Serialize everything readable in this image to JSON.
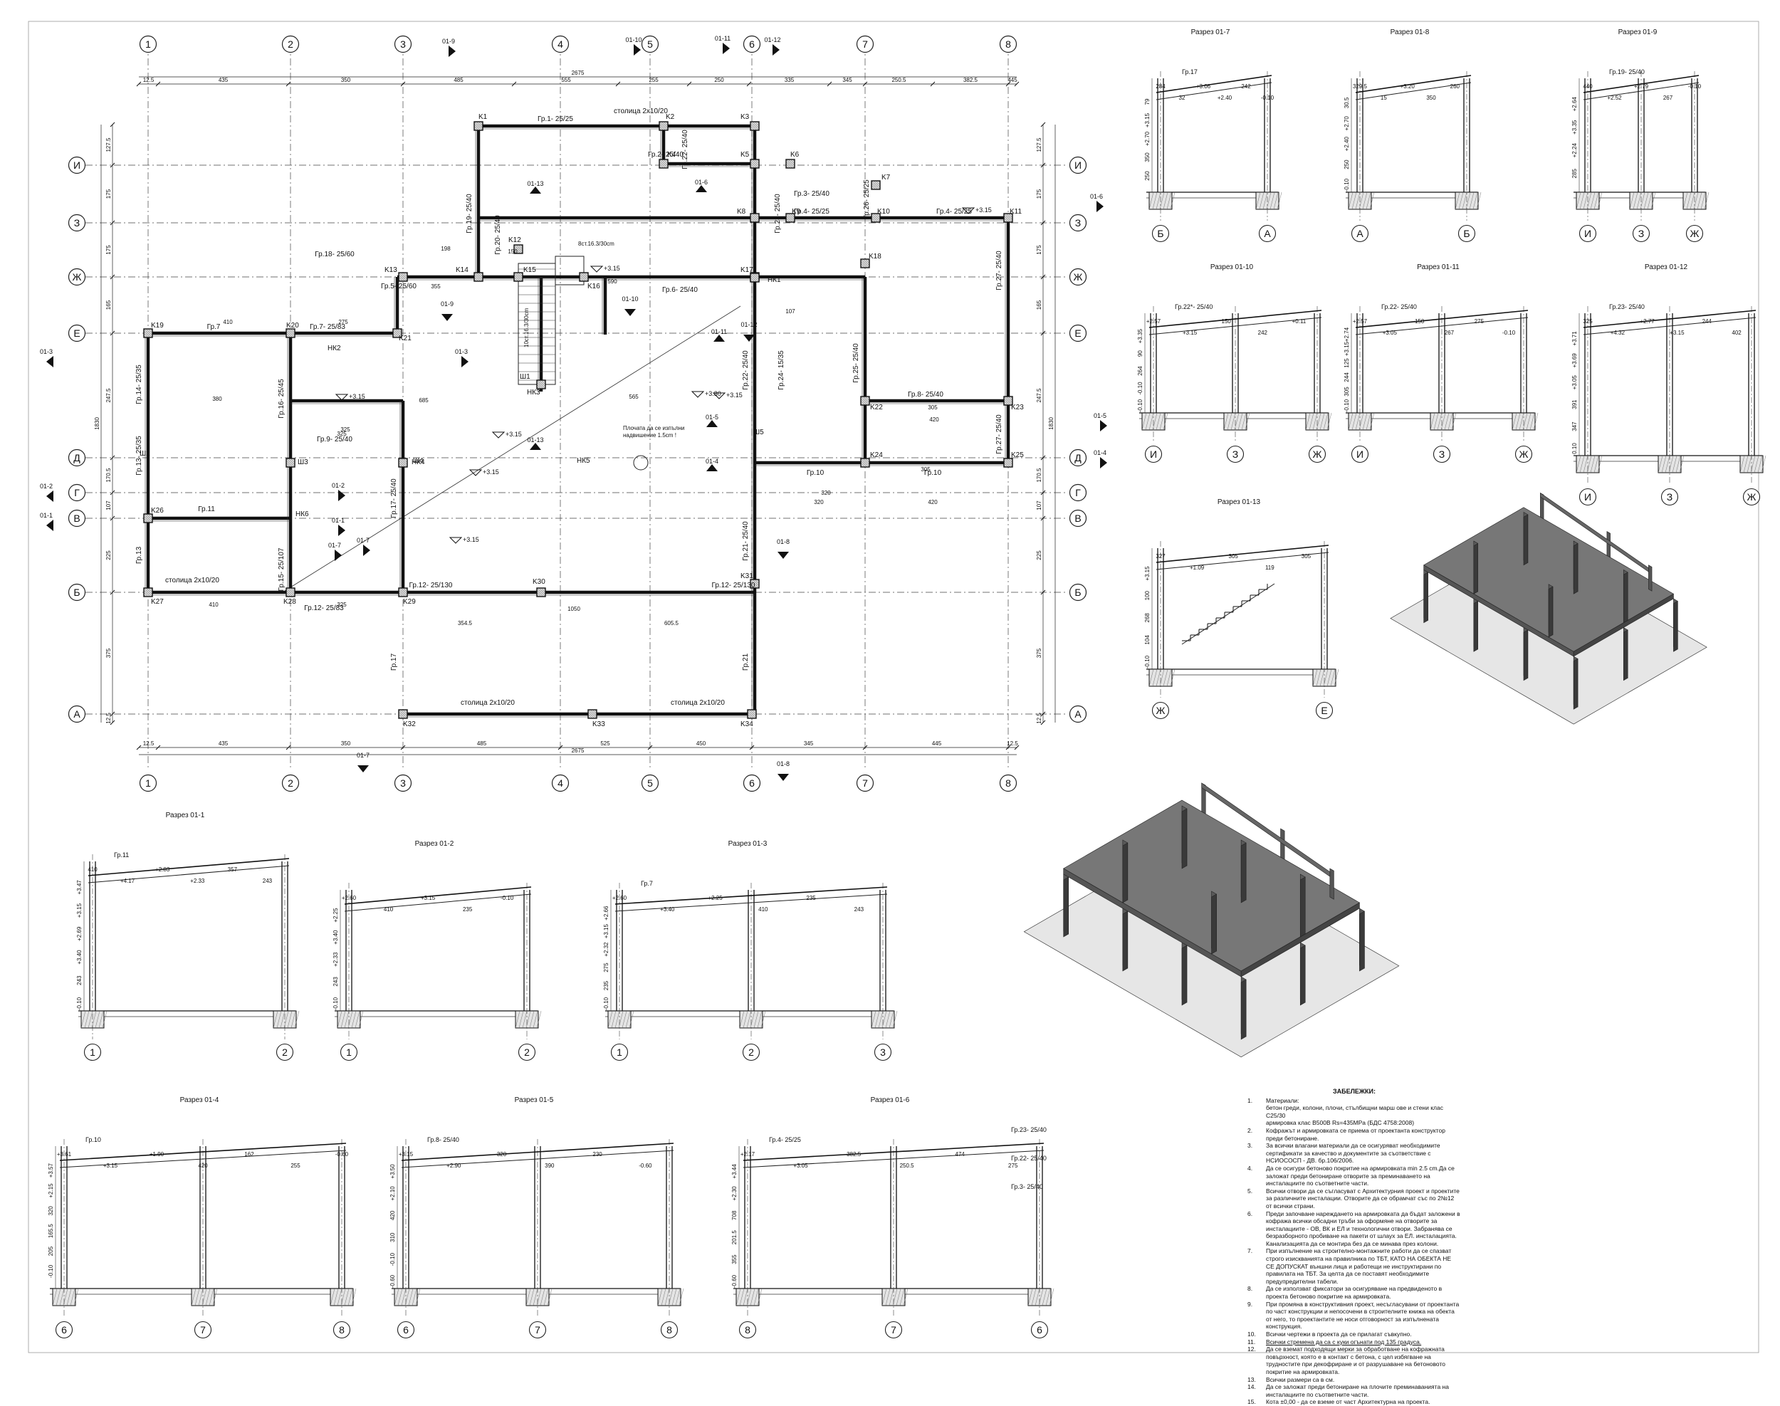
{
  "plan": {
    "axes_num": [
      {
        "label": "1"
      },
      {
        "label": "2"
      },
      {
        "label": "3"
      },
      {
        "label": "4"
      },
      {
        "label": "5"
      },
      {
        "label": "6"
      },
      {
        "label": "7"
      },
      {
        "label": "8"
      }
    ],
    "axes_let": [
      {
        "label": "И"
      },
      {
        "label": "З"
      },
      {
        "label": "Ж"
      },
      {
        "label": "Е"
      },
      {
        "label": "Д"
      },
      {
        "label": "Г"
      },
      {
        "label": "В"
      },
      {
        "label": "Б"
      },
      {
        "label": "А"
      }
    ],
    "dim_top_total": "2675",
    "dim_top": [
      "12.5",
      "435",
      "350",
      "485",
      "555",
      "255",
      "250",
      "335",
      "345",
      "250.5",
      "382.5",
      "445",
      "12.5"
    ],
    "dim_bottom_total": "2675",
    "dim_bottom": [
      "12.5",
      "435",
      "350",
      "485",
      "525",
      "450",
      "345",
      "445",
      "12.5"
    ],
    "dim_left_total": "1830",
    "dim_left": [
      "127.5",
      "175",
      "175",
      "165",
      "247.5",
      "170.5",
      "107",
      "225",
      "375",
      "12.5"
    ],
    "columns": [
      "K1",
      "K2",
      "K3",
      "K4",
      "K5",
      "K6",
      "K7",
      "K8",
      "K9",
      "K10",
      "K11",
      "K12",
      "K13",
      "K14",
      "K15",
      "K16",
      "K17",
      "K18",
      "K19",
      "K20",
      "K21",
      "K22",
      "K23",
      "K24",
      "K25",
      "K26",
      "K27",
      "K28",
      "K29",
      "K30",
      "K31",
      "K32",
      "K33",
      "K34",
      "НК1",
      "НК2",
      "НК3",
      "НК4",
      "НК5",
      "НК6",
      "Ш1",
      "Ш2",
      "Ш3",
      "Ш4",
      "Ш5"
    ],
    "beams": [
      "Гр.1- 25/25",
      "Гр.2- 25/40",
      "Гр.3- 25/40",
      "Гр.4- 25/25",
      "Гр.4- 25/25",
      "Гр.5- 25/60",
      "Гр.6- 25/40",
      "Гр.7",
      "Гр.7- 25/83",
      "Гр.8- 25/40",
      "Гр.9- 25/40",
      "Гр.10",
      "Гр.10",
      "Гр.11",
      "Гр.12- 25/130",
      "Гр.12- 25/130",
      "Гр.12- 25/83",
      "Гр.13- 25/35",
      "Гр.13",
      "Гр.14- 25/35",
      "Гр.15- 25/107",
      "Гр.16- 25/45",
      "Гр.17- 25/40",
      "Гр.17",
      "Гр.18- 25/60",
      "Гр.19- 25/40",
      "Гр.20- 25/40",
      "Гр.21- 25/40",
      "Гр.21",
      "Гр.22- 25/40",
      "Гр.23- 25/40",
      "Гр.24- 15/35",
      "Гр.25- 25/40",
      "Гр.26- 25/25",
      "Гр.27- 25/40",
      "Гр.27- 25/40",
      "Гр.22- 25/40"
    ],
    "lintels": [
      "столица 2x10/20",
      "столица 2x10/20",
      "столица 2x10/20",
      "столица 2x10/20"
    ],
    "section_marks": [
      "01-9",
      "01-10",
      "01-11",
      "01-12",
      "01-6",
      "01-3",
      "01-3",
      "01-2",
      "01-2",
      "01-1",
      "01-1",
      "01-5",
      "01-4",
      "01-5",
      "01-4",
      "01-7",
      "01-7",
      "01-8",
      "01-8",
      "01-13",
      "01-13",
      "01-9",
      "01-10",
      "01-11",
      "01-12",
      "01-6",
      "01-7"
    ],
    "levels": [
      "+3.15",
      "+3.15",
      "+3.15",
      "+3.15",
      "+3.15",
      "+3.30",
      "+3.15",
      "+3.15"
    ],
    "note_text": "Плочата да се изпълни с надвишение 1.5cm !",
    "stair_text": "8ст.16.3/30cm",
    "stair_text_2": "10ст.16.3/30cm",
    "inner_dims": [
      "410",
      "275",
      "380",
      "325",
      "1050",
      "354.5",
      "605.5",
      "565",
      "590",
      "420",
      "305",
      "320",
      "198",
      "355",
      "150",
      "685",
      "320",
      "420",
      "305",
      "107",
      "325",
      "410",
      "325"
    ]
  },
  "sections": [
    {
      "title": "Разрез 01-7",
      "axes": [
        "Б",
        "А"
      ],
      "beam": "Гр.17",
      "dims": [
        "284",
        "79",
        "32",
        "+3.15",
        "+3.06",
        "+2.70",
        "+2.40",
        "350",
        "242",
        "250",
        "-0.10"
      ]
    },
    {
      "title": "Разрез 01-8",
      "axes": [
        "А",
        "Б"
      ],
      "beam": "",
      "dims": [
        "329.5",
        "30.5",
        "15",
        "+2.70",
        "+3.20",
        "+2.40",
        "350",
        "250",
        "260",
        "-0.10"
      ]
    },
    {
      "title": "Разрез 01-9",
      "axes": [
        "И",
        "З",
        "Ж"
      ],
      "beam": "Гр.19- 25/40",
      "dims": [
        "440",
        "+2.64",
        "+2.52",
        "+3.35",
        "+2.79",
        "+2.24",
        "267",
        "285",
        "-0.10"
      ]
    },
    {
      "title": "Разрез 01-10",
      "axes": [
        "И",
        "З",
        "Ж"
      ],
      "beam": "Гр.22*- 25/40",
      "dims": [
        "+2.57",
        "+3.35",
        "+3.15",
        "90",
        "150",
        "264",
        "242",
        "-0.10",
        "+0.11",
        "-0.10"
      ]
    },
    {
      "title": "Разрез 01-11",
      "axes": [
        "И",
        "З",
        "Ж"
      ],
      "beam": "Гр.22- 25/40",
      "dims": [
        "+2.57",
        "+2.74",
        "+3.05",
        "+3.15",
        "150",
        "125",
        "267",
        "244",
        "275",
        "305",
        "-0.10",
        "-0.10"
      ]
    },
    {
      "title": "Разрез 01-12",
      "axes": [
        "И",
        "З",
        "Ж"
      ],
      "beam": "Гр.23- 25/40",
      "dims": [
        "325",
        "+3.71",
        "+4.32",
        "+3.69",
        "+2.77",
        "+3.05",
        "+3.15",
        "391",
        "244",
        "347",
        "402",
        "0.10"
      ]
    },
    {
      "title": "Разрез 01-13",
      "axes": [
        "Ж",
        "Е"
      ],
      "beam": "",
      "dims": [
        "327",
        "+3.15",
        "+1.09",
        "100",
        "305",
        "268",
        "119",
        "104",
        "305",
        "-0.10"
      ]
    },
    {
      "title": "Разрез 01-1",
      "axes": [
        "1",
        "2"
      ],
      "beam": "Гр.11",
      "dims": [
        "410",
        "+3.47",
        "+4.17",
        "+3.15",
        "+2.83",
        "+2.69",
        "+2.33",
        "+3.40",
        "357",
        "243",
        "243",
        "-0.10"
      ]
    },
    {
      "title": "Разрез 01-2",
      "axes": [
        "1",
        "2"
      ],
      "beam": "",
      "dims": [
        "+2.60",
        "+2.25",
        "410",
        "+3.40",
        "+3.15",
        "+2.33",
        "235",
        "243",
        "-0.10",
        "-0.10"
      ]
    },
    {
      "title": "Разрез 01-3",
      "axes": [
        "1",
        "2",
        "3"
      ],
      "beam": "Гр.7",
      "dims": [
        "+2.60",
        "+2.66",
        "+3.40",
        "+3.15",
        "+2.25",
        "+2.32",
        "410",
        "275",
        "235",
        "235",
        "243",
        "-0.10"
      ]
    },
    {
      "title": "Разрез 01-4",
      "axes": [
        "6",
        "7",
        "8"
      ],
      "beam": "Гр.10",
      "dims": [
        "+3.61",
        "+3.57",
        "+3.15",
        "+2.15",
        "+1.90",
        "320",
        "420",
        "165.5",
        "162",
        "205",
        "255",
        "-0.10",
        "-0.60"
      ]
    },
    {
      "title": "Разрез 01-5",
      "axes": [
        "6",
        "7",
        "8"
      ],
      "beam": "Гр.8- 25/40",
      "dims": [
        "+3.15",
        "+3.50",
        "+2.90",
        "+2.10",
        "320",
        "420",
        "390",
        "310",
        "230",
        "-0.10",
        "-0.60",
        "-0.60"
      ]
    },
    {
      "title": "Разрез 01-6",
      "axes": [
        "8",
        "7",
        "6"
      ],
      "beam": "Гр.4- 25/25",
      "dims": [
        "+2.17",
        "+3.44",
        "+3.05",
        "+2.30",
        "382.5",
        "708",
        "250.5",
        "201.5",
        "474",
        "355",
        "275",
        "-0.60"
      ],
      "beams_extra": [
        "Гр.23- 25/40",
        "Гр.22- 25/40",
        "Гр.3- 25/40"
      ]
    }
  ],
  "notes": {
    "title": "ЗАБЕЛЕЖКИ:",
    "items": [
      {
        "n": "1.",
        "text": "Материали:"
      },
      {
        "n": "",
        "text": "бетон греди, колони, плочи, стълбищни марш ове и стени клас C25/30"
      },
      {
        "n": "",
        "text": "армировка клас B500B Rs=435MPa (БДС 4758:2008)"
      },
      {
        "n": "2.",
        "text": "Кофражът и армировката се приема от проектанта конструктор преди бетониране."
      },
      {
        "n": "3.",
        "text": "За всички влагани материали да се осигуряват необходимите сертификати за качество и документите за съответствие с НСИОСОСП - ДВ. бр.106/2006."
      },
      {
        "n": "4.",
        "text": "Да се осигури бетоново покритие на армировката min 2.5 cm.Да се заложат преди бетониране отворите за преминаването на инсталациите по съответните части."
      },
      {
        "n": "5.",
        "text": "Всички отвори да се съгласуват с Архитектурния проект и проектите за различните инсталации. Отворите да се обрамчат със по 2№12 от всички страни."
      },
      {
        "n": "6.",
        "text": "Преди започване нареждането на армировката да бъдат заложени в кофража всички обсадни тръби за оформяне на отворите за инсталациите - ОВ, ВК и ЕЛ и технологични отвори. Забранява се безразборното пробиване на пакети от шлаух за ЕЛ. инсталацията. Канализацията да се монтира без да се минава през колони."
      },
      {
        "n": "7.",
        "text": "При изпълнение на строително-монтажните работи да се спазват строго изискванията на правилника по ТБТ, КАТО НА ОБЕКТА НЕ СЕ ДОПУСКАТ външни лица и работещи не инструктирани по правилата на ТБТ. За целта да се поставят необходимите предупредителни табели."
      },
      {
        "n": "8.",
        "text": "Да се използват фиксатори за осигуряване на предвиденото в проекта бетоново покритие на армировката."
      },
      {
        "n": "9.",
        "text": "При промяна в конструктивния проект, несъгласувани от проектанта по част конструкции и непосочени в строителните книжа на обекта от него, то проектантите не носи отговорност за изпълнената конструкция."
      },
      {
        "n": "10.",
        "text": "Всички чертежи в проекта да се прилагат съвкупно."
      },
      {
        "n": "11.",
        "text": "Всички стремена да са с куки огънати под 135 градуса."
      },
      {
        "n": "12.",
        "text": "Да се вземат подходящи мерки за обработване на кофражната повърхност, която е в контакт с бетона, с цел избягване на трудностите при декофриране и от разрушаване на бетоновото покритие на армировката."
      },
      {
        "n": "13.",
        "text": "Всички размери са в cм."
      },
      {
        "n": "14.",
        "text": "Да се заложат преди бетониране на плочите преминаванията на инсталациите по съответните части."
      },
      {
        "n": "15.",
        "text": "Кота ±0,00 - да се вземе от част Архитектурна на проекта."
      }
    ]
  }
}
